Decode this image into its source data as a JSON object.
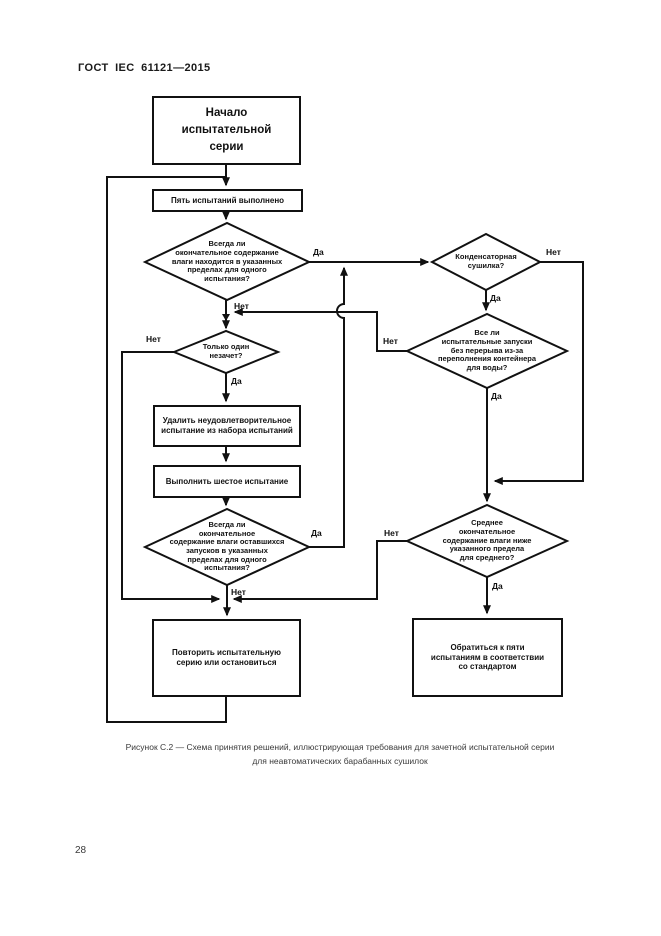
{
  "page": {
    "header": "ГОСТ IEC 61121—2015",
    "page_number": "28",
    "caption_line1": "Рисунок С.2 — Схема принятия решений, иллюстрирующая требования для зачетной испытательной серии",
    "caption_line2": "для неавтоматических барабанных сушилок"
  },
  "flowchart": {
    "nodes": {
      "start": "Начало\nиспытательной\nсерии",
      "five_tests": "Пять испытаний выполнено",
      "final_within_limits": "Всегда ли\nокончательное содержание\nвлаги находится в указанных\nпределах для одного\nиспытания?",
      "condenser_dryer": "Конденсаторная\nсушилка?",
      "runs_no_interruption": "Все ли\nиспытательные запуски\nбез перерыва из-за\nпереполнения контейнера\nдля воды?",
      "only_one_fail": "Только один\nнезачет?",
      "remove_test": "Удалить неудовлетворительное\nиспытание из набора испытаний",
      "sixth_test": "Выполнить шестое испытание",
      "remaining_within_limits": "Всегда ли\nокончательное\nсодержание влаги оставшихся\nзапусков в указанных\nпределах для одного\nиспытания?",
      "average_below_limit": "Среднее\nокончательное\nсодержание влаги ниже\nуказанного предела\nдля среднего?",
      "repeat_series": "Повторить испытательную\nсерию или остановиться",
      "refer_five_tests": "Обратиться к пяти\nиспытаниям в соответствии\nсо стандартом"
    },
    "labels": {
      "yes": "Да",
      "no": "Нет"
    }
  }
}
